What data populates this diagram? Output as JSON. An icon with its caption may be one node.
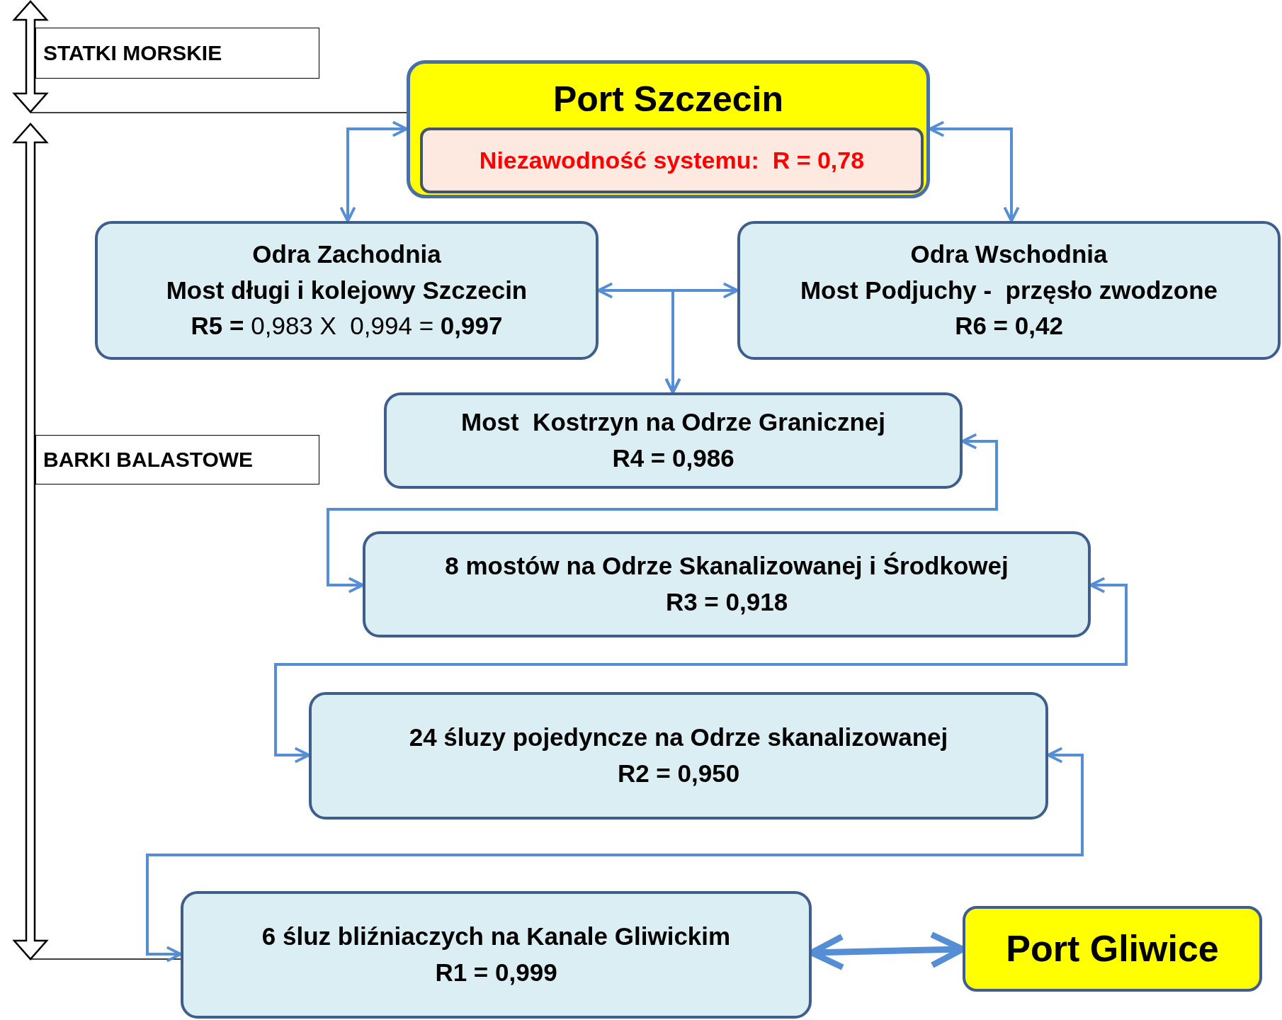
{
  "diagram": {
    "nodes": [
      {
        "text": [
          "Port Szczecin"
        ]
      },
      {
        "text": [
          "Niezawodność systemu:  R = 0,78"
        ],
        "in": 0
      },
      {
        "text": [
          "Odra Zachodnia",
          "Most długi i kolejowy Szczecin",
          "**R5 =** 0,983 X  0,994 = **0,997**"
        ]
      },
      {
        "text": [
          "Odra Wschodnia",
          "Most Podjuchy -  przęsło zwodzone",
          "R6 = 0,42"
        ]
      },
      {
        "text": [
          "Most  Kostrzyn na Odrze Granicznej",
          "R4 = 0,986"
        ]
      },
      {
        "text": [
          "8 mostów na Odrze Skanalizowanej i Środkowej",
          "R3 = 0,918"
        ]
      },
      {
        "text": [
          "24 śluzy pojedyncze na Odrze skanalizowanej",
          "R2 = 0,950"
        ]
      },
      {
        "text": [
          "6 śluz bliźniaczych na Kanale Gliwickim",
          "R1 = 0,999"
        ]
      },
      {
        "text": [
          "Port Gliwice"
        ]
      },
      {
        "text": [
          "STATKI MORSKIE"
        ]
      },
      {
        "text": [
          "BARKI BALASTOWE"
        ]
      }
    ],
    "edges": [
      {
        "from": 0,
        "to": 2,
        "arrow": "both"
      },
      {
        "from": 0,
        "to": 3,
        "arrow": "both"
      },
      {
        "from": 2,
        "to": 3,
        "arrow": "both"
      },
      {
        "from": 2,
        "to": 4,
        "arrow": "to"
      },
      {
        "from": 3,
        "to": 4,
        "arrow": "to"
      },
      {
        "from": 4,
        "to": 5,
        "arrow": "both"
      },
      {
        "from": 5,
        "to": 6,
        "arrow": "both"
      },
      {
        "from": 6,
        "to": 7,
        "arrow": "both"
      },
      {
        "from": 7,
        "to": 8,
        "arrow": "both",
        "style": "thick"
      }
    ]
  }
}
